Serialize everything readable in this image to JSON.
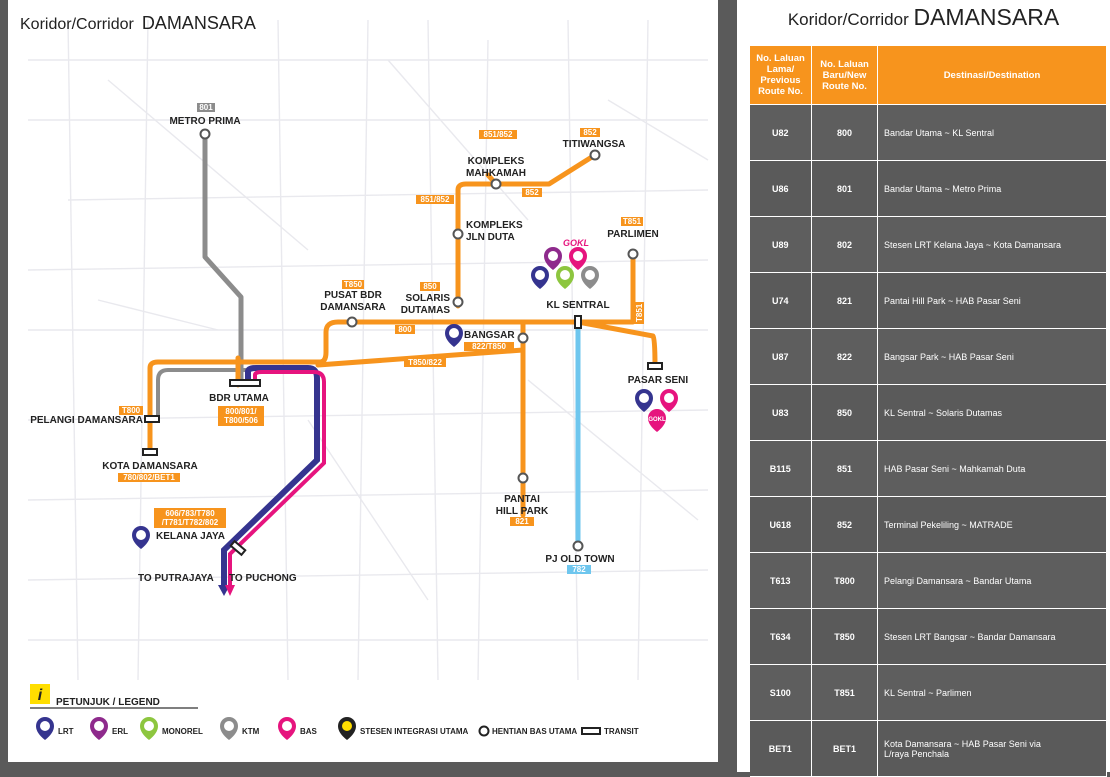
{
  "map": {
    "title_prefix": "Koridor/Corridor",
    "title_name": "DAMANSARA",
    "colors": {
      "orange": "#f7941d",
      "grey": "#8c8c8c",
      "navy": "#35348f",
      "pink": "#e6147e",
      "blue": "#6ec6ee",
      "purple": "#8e2a8c",
      "green": "#8dc63f",
      "yellow": "#ffde00"
    },
    "stations": {
      "metro_prima": "METRO PRIMA",
      "kompleks_mahkamah_1": "KOMPLEKS",
      "kompleks_mahkamah_2": "MAHKAMAH",
      "titiwangsa": "TITIWANGSA",
      "kompleks_jln_duta_1": "KOMPLEKS",
      "kompleks_jln_duta_2": "JLN DUTA",
      "parlimen": "PARLIMEN",
      "pusat_bdr_1": "PUSAT BDR",
      "pusat_bdr_2": "DAMANSARA",
      "solaris_1": "SOLARIS",
      "solaris_2": "DUTAMAS",
      "kl_sentral": "KL SENTRAL",
      "bangsar": "BANGSAR",
      "bdr_utama": "BDR UTAMA",
      "pelangi": "PELANGI DAMANSARA",
      "pasar_seni": "PASAR SENI",
      "kota_damansara": "KOTA DAMANSARA",
      "pantai_1": "PANTAI",
      "pantai_2": "HILL PARK",
      "kelana_jaya": "KELANA JAYA",
      "pj_old_town": "PJ OLD TOWN",
      "to_putrajaya": "TO PUTRAJAYA",
      "to_puchong": "TO PUCHONG",
      "gokl": "GOKL"
    },
    "route_labels": {
      "r801": "801",
      "r851_852_top": "851/852",
      "r852_top": "852",
      "r852_line": "852",
      "r851_852_side": "851/852",
      "rT851": "T851",
      "rT851_line": "T851",
      "rT850": "T850",
      "r850": "850",
      "r800": "800",
      "r822_T850": "822/T850",
      "rT850_822": "T850/822",
      "rT800": "T800",
      "r800_801_1": "800/801/",
      "r800_801_2": "T800/506",
      "r780": "780/802/BET1",
      "r821": "821",
      "r606_1": "606/783/T780",
      "r606_2": "/T781/T782/802",
      "r782": "782"
    },
    "legend": {
      "info_icon": "i",
      "title": "PETUNJUK / LEGEND",
      "lrt": "LRT",
      "erl": "ERL",
      "monorel": "MONOREL",
      "ktm": "KTM",
      "bas": "BAS",
      "integrasi": "STESEN INTEGRASI UTAMA",
      "hentian": "HENTIAN BAS UTAMA",
      "transit": "TRANSIT"
    }
  },
  "side": {
    "title_prefix": "Koridor/Corridor",
    "title_name": "DAMANSARA",
    "headers": {
      "old_1": "No. Laluan",
      "old_2": "Lama/",
      "old_3": "Previous",
      "old_4": "Route No.",
      "new_1": "No. Laluan",
      "new_2": "Baru/New",
      "new_3": "Route No.",
      "dest": "Destinasi/Destination"
    },
    "rows": [
      {
        "old": "U82",
        "new": "800",
        "dest": "Bandar Utama ~ KL Sentral"
      },
      {
        "old": "U86",
        "new": "801",
        "dest": "Bandar Utama ~ Metro Prima"
      },
      {
        "old": "U89",
        "new": "802",
        "dest": "Stesen LRT Kelana Jaya ~ Kota Damansara"
      },
      {
        "old": "U74",
        "new": "821",
        "dest": "Pantai Hill Park ~ HAB Pasar Seni"
      },
      {
        "old": "U87",
        "new": "822",
        "dest": "Bangsar Park ~ HAB Pasar Seni"
      },
      {
        "old": "U83",
        "new": "850",
        "dest": "KL Sentral ~ Solaris Dutamas"
      },
      {
        "old": "B115",
        "new": "851",
        "dest": "HAB Pasar Seni ~ Mahkamah Duta"
      },
      {
        "old": "U618",
        "new": "852",
        "dest": "Terminal Pekeliling ~ MATRADE"
      },
      {
        "old": "T613",
        "new": "T800",
        "dest": "Pelangi Damansara ~ Bandar Utama"
      },
      {
        "old": "T634",
        "new": "T850",
        "dest": "Stesen LRT Bangsar ~ Bandar Damansara"
      },
      {
        "old": "S100",
        "new": "T851",
        "dest": "KL Sentral ~ Parlimen"
      },
      {
        "old": "BET1",
        "new": "BET1",
        "dest_1": "Kota Damansara ~ HAB Pasar Seni via",
        "dest_2": "L/raya Penchala"
      }
    ]
  }
}
